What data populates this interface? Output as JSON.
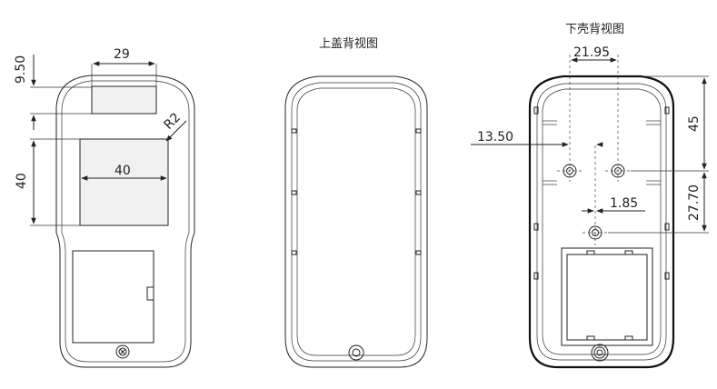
{
  "views": {
    "front": {
      "title": ""
    },
    "top_cover_back": {
      "title": "上盖背视图"
    },
    "bottom_shell_back": {
      "title": "下壳背视图"
    }
  },
  "dimensions": {
    "front": {
      "window_width": "29",
      "window_offset": "9.50",
      "corner_radius": "R2",
      "display_width": "40",
      "display_height": "40"
    },
    "bottom_shell": {
      "boss_spacing": "21.95",
      "boss_offset_left": "13.50",
      "boss_height_top": "45",
      "boss_height_lower": "27.70",
      "boss_offset_small": "1.85"
    }
  }
}
